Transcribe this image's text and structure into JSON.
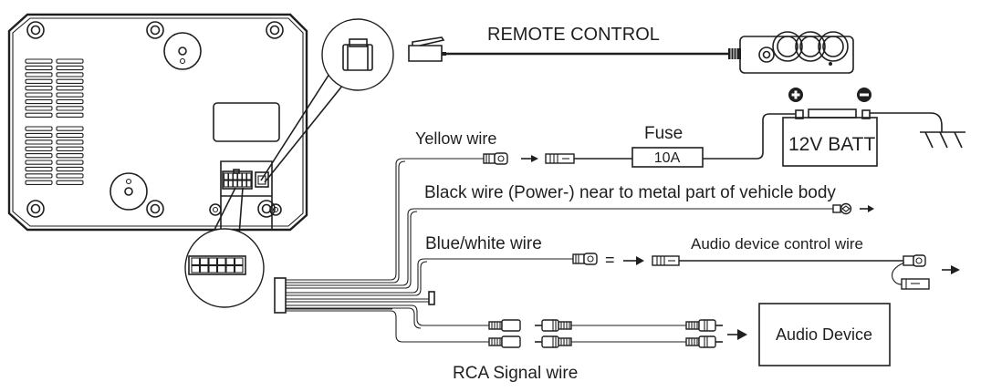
{
  "diagram": {
    "type": "wiring-diagram",
    "labels": {
      "remote_control": "REMOTE CONTROL",
      "yellow_wire": "Yellow wire",
      "fuse": "Fuse",
      "fuse_rating": "10A",
      "battery": "12V BATT",
      "black_wire": "Black wire  (Power-)  near to metal part of vehicle body",
      "blue_white_wire": "Blue/white wire",
      "equals": "=",
      "audio_control_wire": "Audio device control wire",
      "audio_device": "Audio Device",
      "rca_signal_wire": "RCA Signal wire"
    },
    "battery_terminals": {
      "positive": "+",
      "negative": "−"
    },
    "connector_pins": 12,
    "stroke_color": "#1f1f1f",
    "background_color": "#ffffff"
  }
}
